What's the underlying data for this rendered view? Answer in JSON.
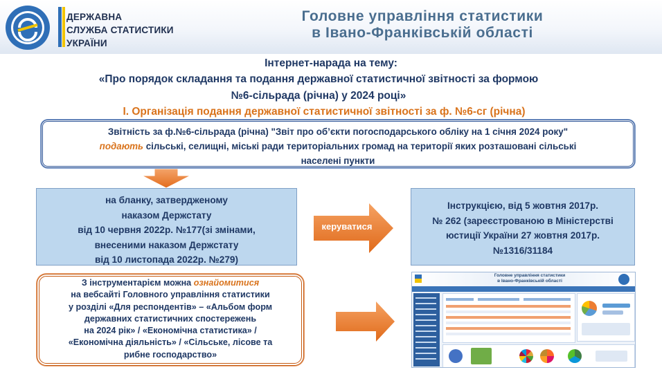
{
  "header": {
    "agency_lines": [
      "ДЕРЖАВНА",
      "СЛУЖБА СТАТИСТИКИ",
      "УКРАЇНИ"
    ],
    "title_lines": [
      "Головне управління статистики",
      "в Івано-Франківській області"
    ],
    "colors": {
      "agency_blue": "#2f6fb7",
      "agency_yellow": "#f2c400",
      "title": "#4a6e8f"
    },
    "logo_icon": "state-statistics-service-logo"
  },
  "headings": {
    "line1": "Інтернет-нарада на тему:",
    "line2": "«Про  порядок складання та подання державної статистичної звітності за формою",
    "line3": "№6-сільрада (річна) у 2024 році»",
    "section": "І. Організація подання державної статистичної звітності за ф. №6-сг (річна)"
  },
  "top_box": {
    "line1": "Звітність за ф.№6-сільрада (річна) \"Звіт про об’єкти погосподарського обліку на 1 січня 2024 року\"",
    "line2_em": "подають",
    "line2_rest": " сільські, селищні, міські ради територіальних громад на території яких розташовані сільські",
    "line3": "населені пункти"
  },
  "left_box": {
    "lines": [
      "на бланку, затвердженому",
      "наказом Держстату",
      "від 10 червня 2022р. №177(зі змінами,",
      "внесеними наказом  Держстату",
      "від 10 листопада 2022р. №279)"
    ]
  },
  "arrow": {
    "label": "керуватися",
    "color": "#ed7d31"
  },
  "right_box": {
    "lines": [
      "Інструкцією, від 5 жовтня 2017р.",
      "№ 262 (зареєстрованою  в Міністерстві",
      "юстиції України 27 жовтня 2017р.",
      "№1316/31184"
    ]
  },
  "bottom_box": {
    "line1_pre": "З  інструментарієм  можна  ",
    "line1_em": "ознайомитися",
    "lines": [
      "на  вебсайті  Головного  управління статистики",
      "у розділі «Для респондентів» – «Альбом форм",
      "державних статистичних спостережень",
      "на 2024 рік» / «Економічна статистика» /",
      "«Економічна діяльність» / «Сільське, лісове та",
      "рибне господарство»"
    ]
  },
  "thumbnail": {
    "title_lines": [
      "Головне управління статистики",
      "в Івано-Франківській області"
    ]
  }
}
